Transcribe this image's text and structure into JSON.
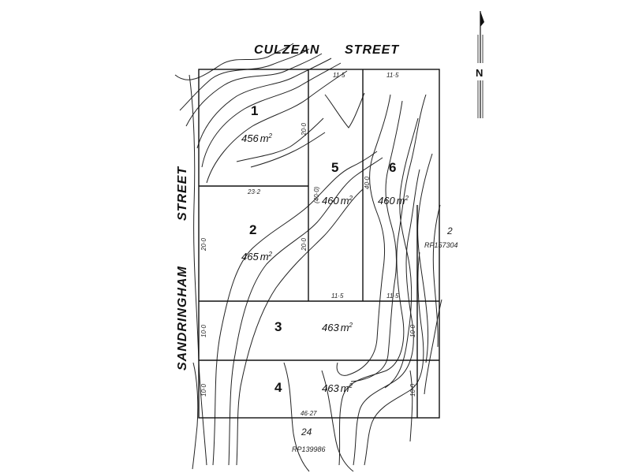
{
  "streets": {
    "culzean_left": "CULZEAN",
    "culzean_right": "STREET",
    "sandringham": "SANDRINGHAM",
    "sandringham_street": "STREET"
  },
  "north_arrow": {
    "label": "N"
  },
  "lots": [
    {
      "number": "1",
      "area": "456",
      "unit": "m",
      "exp": "2"
    },
    {
      "number": "2",
      "area": "465",
      "unit": "m",
      "exp": "2"
    },
    {
      "number": "3",
      "area": "463",
      "unit": "m",
      "exp": "2"
    },
    {
      "number": "4",
      "area": "463",
      "unit": "m",
      "exp": "2"
    },
    {
      "number": "5",
      "area": "460",
      "unit": "m",
      "exp": "2"
    },
    {
      "number": "6",
      "area": "460",
      "unit": "m",
      "exp": "2"
    }
  ],
  "dimensions": {
    "top_lot5": "11·5",
    "top_lot6": "11·5",
    "lot1_side": "20·0",
    "lot1_bottom": "23·2",
    "lot5_diag": "(40·0)",
    "lot6_left": "40·0",
    "lot2_left": "20·0",
    "lot2_right": "20·0",
    "mid_lot5": "11·5",
    "mid_lot6": "11·5",
    "lot3_left": "10·0",
    "lot3_right": "10·0",
    "lot4_left": "10·0",
    "lot4_right": "10·0",
    "bottom": "46·27"
  },
  "adjacent": {
    "east_lot": "2",
    "east_plan": "RP157304",
    "south_lot": "24",
    "south_plan": "RP139986"
  }
}
